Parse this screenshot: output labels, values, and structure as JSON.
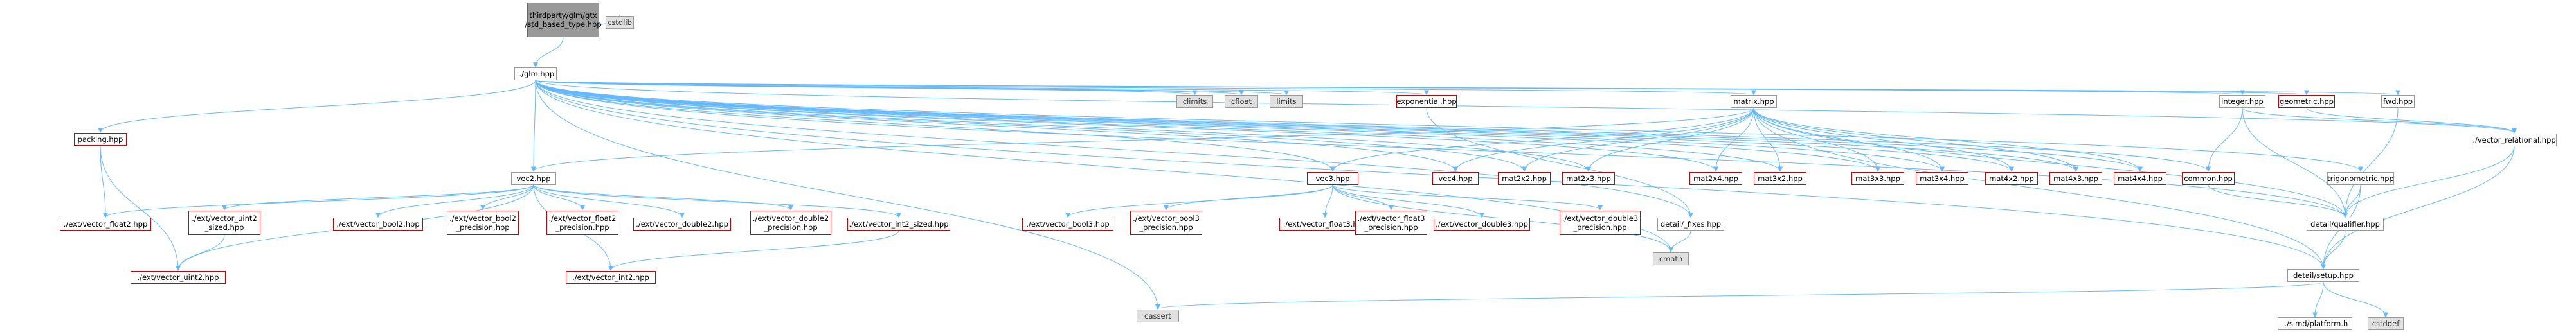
{
  "colors": {
    "edge": "#63b8ff",
    "edge_head": "#63b8ff",
    "red_border": "#d40000",
    "gray_fill": "#e0e0e0",
    "dark_fill": "#999999"
  },
  "nodes": [
    {
      "id": "std_based_type",
      "lines": [
        "thirdparty/glm/gtx",
        "/std_based_type.hpp"
      ],
      "style": "dark"
    },
    {
      "id": "cstdlib",
      "lines": [
        "cstdlib"
      ],
      "style": "gray"
    },
    {
      "id": "glm",
      "lines": [
        "../glm.hpp"
      ],
      "style": "plain"
    },
    {
      "id": "climits",
      "lines": [
        "climits"
      ],
      "style": "gray"
    },
    {
      "id": "cfloat",
      "lines": [
        "cfloat"
      ],
      "style": "gray"
    },
    {
      "id": "limits",
      "lines": [
        "limits"
      ],
      "style": "gray"
    },
    {
      "id": "exponential",
      "lines": [
        "exponential.hpp"
      ],
      "style": "red"
    },
    {
      "id": "matrix",
      "lines": [
        "matrix.hpp"
      ],
      "style": "plain"
    },
    {
      "id": "integer",
      "lines": [
        "integer.hpp"
      ],
      "style": "plain"
    },
    {
      "id": "geometric",
      "lines": [
        "geometric.hpp"
      ],
      "style": "red"
    },
    {
      "id": "fwd",
      "lines": [
        "fwd.hpp"
      ],
      "style": "plain"
    },
    {
      "id": "packing",
      "lines": [
        "packing.hpp"
      ],
      "style": "red"
    },
    {
      "id": "vec2",
      "lines": [
        "vec2.hpp"
      ],
      "style": "plain"
    },
    {
      "id": "vec3",
      "lines": [
        "vec3.hpp"
      ],
      "style": "red"
    },
    {
      "id": "vec4",
      "lines": [
        "vec4.hpp"
      ],
      "style": "red"
    },
    {
      "id": "mat2x2",
      "lines": [
        "mat2x2.hpp"
      ],
      "style": "red"
    },
    {
      "id": "mat2x3",
      "lines": [
        "mat2x3.hpp"
      ],
      "style": "red"
    },
    {
      "id": "mat2x4",
      "lines": [
        "mat2x4.hpp"
      ],
      "style": "red"
    },
    {
      "id": "mat3x2",
      "lines": [
        "mat3x2.hpp"
      ],
      "style": "red"
    },
    {
      "id": "mat3x3",
      "lines": [
        "mat3x3.hpp"
      ],
      "style": "red"
    },
    {
      "id": "mat3x4",
      "lines": [
        "mat3x4.hpp"
      ],
      "style": "red"
    },
    {
      "id": "mat4x2",
      "lines": [
        "mat4x2.hpp"
      ],
      "style": "red"
    },
    {
      "id": "mat4x3",
      "lines": [
        "mat4x3.hpp"
      ],
      "style": "red"
    },
    {
      "id": "mat4x4",
      "lines": [
        "mat4x4.hpp"
      ],
      "style": "red"
    },
    {
      "id": "common",
      "lines": [
        "common.hpp"
      ],
      "style": "red"
    },
    {
      "id": "trigonometric",
      "lines": [
        "trigonometric.hpp"
      ],
      "style": "plain"
    },
    {
      "id": "vector_relational",
      "lines": [
        "./vector_relational.hpp"
      ],
      "style": "plain"
    },
    {
      "id": "vector_float2",
      "lines": [
        "./ext/vector_float2.hpp"
      ],
      "style": "red"
    },
    {
      "id": "vector_uint2_sized",
      "lines": [
        "./ext/vector_uint2",
        "_sized.hpp"
      ],
      "style": "red"
    },
    {
      "id": "vector_bool2",
      "lines": [
        "./ext/vector_bool2.hpp"
      ],
      "style": "red"
    },
    {
      "id": "vector_bool2_precision",
      "lines": [
        "./ext/vector_bool2",
        "_precision.hpp"
      ],
      "style": "red"
    },
    {
      "id": "vector_float2_precision",
      "lines": [
        "./ext/vector_float2",
        "_precision.hpp"
      ],
      "style": "red"
    },
    {
      "id": "vector_double2",
      "lines": [
        "./ext/vector_double2.hpp"
      ],
      "style": "red"
    },
    {
      "id": "vector_double2_precision",
      "lines": [
        "./ext/vector_double2",
        "_precision.hpp"
      ],
      "style": "red"
    },
    {
      "id": "vector_int2_sized",
      "lines": [
        "./ext/vector_int2_sized.hpp"
      ],
      "style": "red"
    },
    {
      "id": "vector_uint2",
      "lines": [
        "./ext/vector_uint2.hpp"
      ],
      "style": "red"
    },
    {
      "id": "vector_int2",
      "lines": [
        "./ext/vector_int2.hpp"
      ],
      "style": "red"
    },
    {
      "id": "vector_bool3",
      "lines": [
        "./ext/vector_bool3.hpp"
      ],
      "style": "red"
    },
    {
      "id": "vector_bool3_precision",
      "lines": [
        "./ext/vector_bool3",
        "_precision.hpp"
      ],
      "style": "red"
    },
    {
      "id": "vector_float3",
      "lines": [
        "./ext/vector_float3.hpp"
      ],
      "style": "red"
    },
    {
      "id": "vector_float3_precision",
      "lines": [
        "./ext/vector_float3",
        "_precision.hpp"
      ],
      "style": "red"
    },
    {
      "id": "vector_double3",
      "lines": [
        "./ext/vector_double3.hpp"
      ],
      "style": "red"
    },
    {
      "id": "vector_double3_precision",
      "lines": [
        "./ext/vector_double3",
        "_precision.hpp"
      ],
      "style": "red"
    },
    {
      "id": "fixes",
      "lines": [
        "detail/_fixes.hpp"
      ],
      "style": "plain"
    },
    {
      "id": "qualifier",
      "lines": [
        "detail/qualifier.hpp"
      ],
      "style": "plain"
    },
    {
      "id": "cmath",
      "lines": [
        "cmath"
      ],
      "style": "gray"
    },
    {
      "id": "setup",
      "lines": [
        "detail/setup.hpp"
      ],
      "style": "plain"
    },
    {
      "id": "cassert",
      "lines": [
        "cassert"
      ],
      "style": "gray"
    },
    {
      "id": "simd_platform",
      "lines": [
        "../simd/platform.h"
      ],
      "style": "plain"
    },
    {
      "id": "cstddef",
      "lines": [
        "cstddef"
      ],
      "style": "gray"
    }
  ],
  "edges": [
    [
      "std_based_type",
      "glm"
    ],
    [
      "std_based_type",
      "cstdlib"
    ],
    [
      "glm",
      "climits"
    ],
    [
      "glm",
      "cfloat"
    ],
    [
      "glm",
      "limits"
    ],
    [
      "glm",
      "exponential"
    ],
    [
      "glm",
      "matrix"
    ],
    [
      "glm",
      "integer"
    ],
    [
      "glm",
      "geometric"
    ],
    [
      "glm",
      "fwd"
    ],
    [
      "glm",
      "packing"
    ],
    [
      "glm",
      "vec2"
    ],
    [
      "glm",
      "vec3"
    ],
    [
      "glm",
      "vec4"
    ],
    [
      "glm",
      "mat2x2"
    ],
    [
      "glm",
      "mat2x3"
    ],
    [
      "glm",
      "mat2x4"
    ],
    [
      "glm",
      "mat3x2"
    ],
    [
      "glm",
      "mat3x3"
    ],
    [
      "glm",
      "mat3x4"
    ],
    [
      "glm",
      "mat4x2"
    ],
    [
      "glm",
      "mat4x3"
    ],
    [
      "glm",
      "mat4x4"
    ],
    [
      "glm",
      "common"
    ],
    [
      "glm",
      "trigonometric"
    ],
    [
      "glm",
      "vector_relational"
    ],
    [
      "glm",
      "setup"
    ],
    [
      "glm",
      "cassert"
    ],
    [
      "glm",
      "cmath"
    ],
    [
      "glm",
      "fixes"
    ],
    [
      "glm",
      "qualifier"
    ],
    [
      "matrix",
      "vec2"
    ],
    [
      "matrix",
      "vec3"
    ],
    [
      "matrix",
      "vec4"
    ],
    [
      "matrix",
      "mat2x2"
    ],
    [
      "matrix",
      "mat2x3"
    ],
    [
      "matrix",
      "mat2x4"
    ],
    [
      "matrix",
      "mat3x2"
    ],
    [
      "matrix",
      "mat3x3"
    ],
    [
      "matrix",
      "mat3x4"
    ],
    [
      "matrix",
      "mat4x2"
    ],
    [
      "matrix",
      "mat4x3"
    ],
    [
      "matrix",
      "mat4x4"
    ],
    [
      "matrix",
      "setup"
    ],
    [
      "matrix",
      "qualifier"
    ],
    [
      "exponential",
      "fixes"
    ],
    [
      "integer",
      "common"
    ],
    [
      "integer",
      "qualifier"
    ],
    [
      "integer",
      "vector_relational"
    ],
    [
      "fwd",
      "qualifier"
    ],
    [
      "geometric",
      "vector_relational"
    ],
    [
      "packing",
      "vector_float2"
    ],
    [
      "packing",
      "vector_uint2"
    ],
    [
      "vec2",
      "vector_float2"
    ],
    [
      "vec2",
      "vector_uint2_sized"
    ],
    [
      "vec2",
      "vector_bool2"
    ],
    [
      "vec2",
      "vector_bool2_precision"
    ],
    [
      "vec2",
      "vector_float2_precision"
    ],
    [
      "vec2",
      "vector_double2"
    ],
    [
      "vec2",
      "vector_double2_precision"
    ],
    [
      "vec2",
      "vector_int2_sized"
    ],
    [
      "vec2",
      "vector_uint2"
    ],
    [
      "vec2",
      "vector_int2"
    ],
    [
      "vector_uint2_sized",
      "vector_uint2"
    ],
    [
      "vector_int2_sized",
      "vector_int2"
    ],
    [
      "vec3",
      "vector_bool3"
    ],
    [
      "vec3",
      "vector_bool3_precision"
    ],
    [
      "vec3",
      "vector_float3"
    ],
    [
      "vec3",
      "vector_float3_precision"
    ],
    [
      "vec3",
      "vector_double3"
    ],
    [
      "vec3",
      "vector_double3_precision"
    ],
    [
      "vec3",
      "cmath"
    ],
    [
      "common",
      "qualifier"
    ],
    [
      "trigonometric",
      "qualifier"
    ],
    [
      "trigonometric",
      "setup"
    ],
    [
      "vector_relational",
      "qualifier"
    ],
    [
      "vector_relational",
      "setup"
    ],
    [
      "fixes",
      "cmath"
    ],
    [
      "qualifier",
      "setup"
    ],
    [
      "setup",
      "cassert"
    ],
    [
      "setup",
      "simd_platform"
    ],
    [
      "setup",
      "cstddef"
    ]
  ]
}
